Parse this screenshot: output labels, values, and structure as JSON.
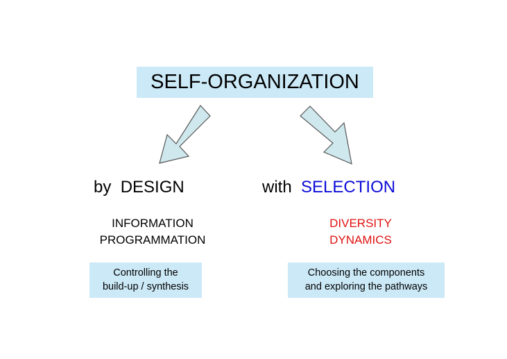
{
  "title": "SELF-ORGANIZATION",
  "colors": {
    "box_fill": "#cce9f7",
    "arrow_fill": "#cfe8ee",
    "selection_text": "#0b0bd8",
    "selection_terms": "#e01010"
  },
  "left_branch": {
    "prefix": "by",
    "keyword": "DESIGN",
    "terms": [
      "INFORMATION",
      "PROGRAMMATION"
    ],
    "note_lines": [
      "Controlling the",
      "build-up / synthesis"
    ]
  },
  "right_branch": {
    "prefix": "with",
    "keyword": "SELECTION",
    "terms": [
      "DIVERSITY",
      "DYNAMICS"
    ],
    "note_lines": [
      "Choosing the components",
      "and exploring the pathways"
    ]
  }
}
